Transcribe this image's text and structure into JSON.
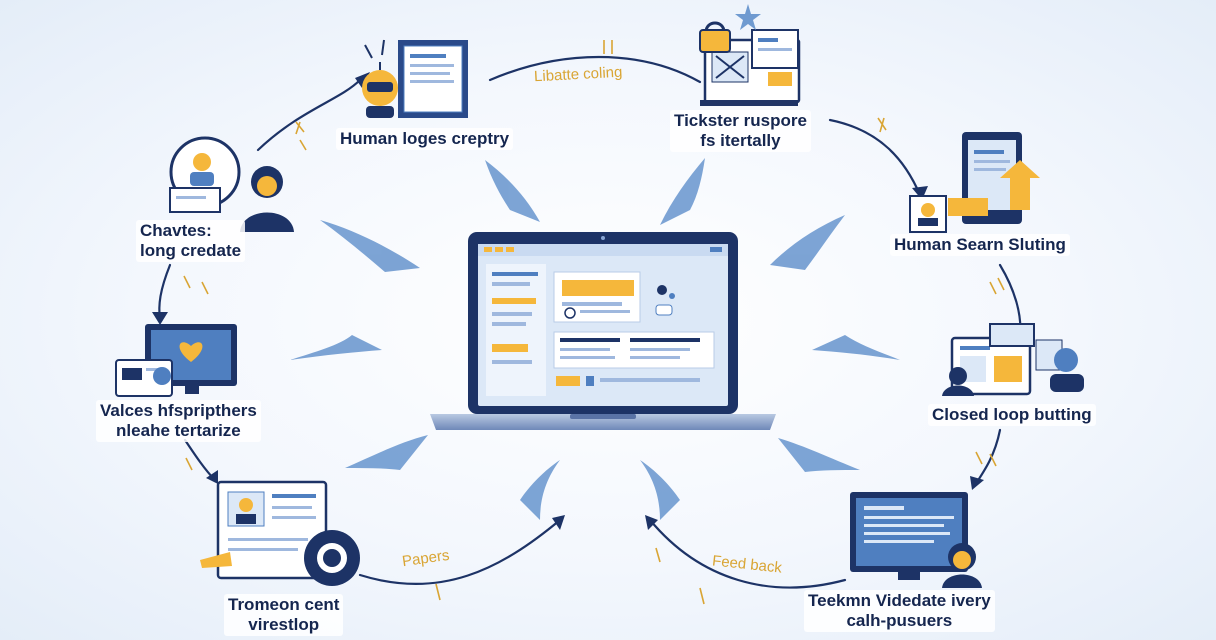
{
  "nodes": {
    "top_left": {
      "line1": "Human loges creptry",
      "line2": ""
    },
    "left_upper": {
      "line1": "Chavtes:",
      "line2": "long credate"
    },
    "left_middle": {
      "line1": "Valces hfspripthers",
      "line2": "nleahe tertarize"
    },
    "bottom_left": {
      "line1": "Tromeon cent",
      "line2": "virestlop"
    },
    "top_right": {
      "line1": "Tickster ruspore",
      "line2": "fs itertally"
    },
    "right_upper": {
      "line1": "Human Searn Sluting",
      "line2": ""
    },
    "right_middle": {
      "line1": "Closed loop butting",
      "line2": ""
    },
    "bottom_right": {
      "line1": "Teekmn Videdate ivery",
      "line2": "calh-pusuers"
    }
  },
  "annotations": {
    "top_arc": "Libatte coling",
    "bottom_left_arc": "Papers",
    "bottom_right_arc": "Feed back"
  },
  "colors": {
    "navy": "#1d3366",
    "blue": "#4f7fc0",
    "arrow": "#6f9ad0",
    "accent": "#f5b73b",
    "screen": "#dce8f7"
  }
}
